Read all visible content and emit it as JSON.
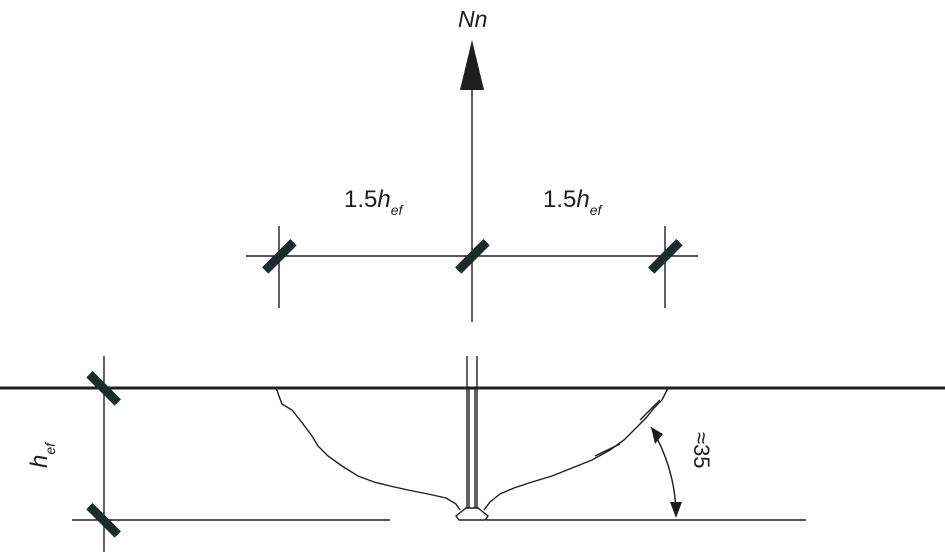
{
  "force": {
    "symbol": "Nn"
  },
  "spacing_left": {
    "coef": "1.5",
    "var": "h",
    "sub": "ef"
  },
  "spacing_right": {
    "coef": "1.5",
    "var": "h",
    "sub": "ef"
  },
  "depth": {
    "var": "h",
    "sub": "ef"
  },
  "angle": {
    "text": "≈35"
  },
  "colors": {
    "line": "#1e1e1e",
    "tick": "#1c2b2b"
  }
}
